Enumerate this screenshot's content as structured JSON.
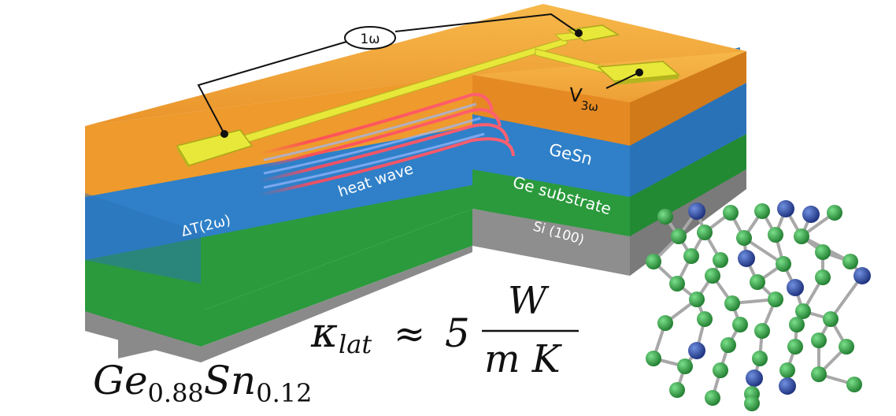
{
  "labels": {
    "excitation": "1ω",
    "voltage_main": "V",
    "voltage_sub": "3ω",
    "temperature": "ΔT(2ω)",
    "heat_wave": "heat wave",
    "layer_film": "GeSn",
    "layer_substrate": "Ge substrate",
    "layer_base": "Si (100)"
  },
  "formula": {
    "kappa": "κ",
    "kappa_sub": "lat",
    "approx": "≈",
    "coefficient": "5",
    "numerator": "W",
    "denominator": "m K"
  },
  "composition": {
    "el1": "Ge",
    "x1": "0.88",
    "el2": "Sn",
    "x2": "0.12"
  },
  "colors": {
    "top_layer": "#f0a030",
    "gesn_layer": "#2f80c8",
    "ge_layer": "#2a9a3c",
    "si_layer": "#8a8a8a",
    "heater": "#e8e83a",
    "heat_wave": "#e84050",
    "atom_ge": "#2a9a3c",
    "atom_sn": "#2a4a9a"
  }
}
